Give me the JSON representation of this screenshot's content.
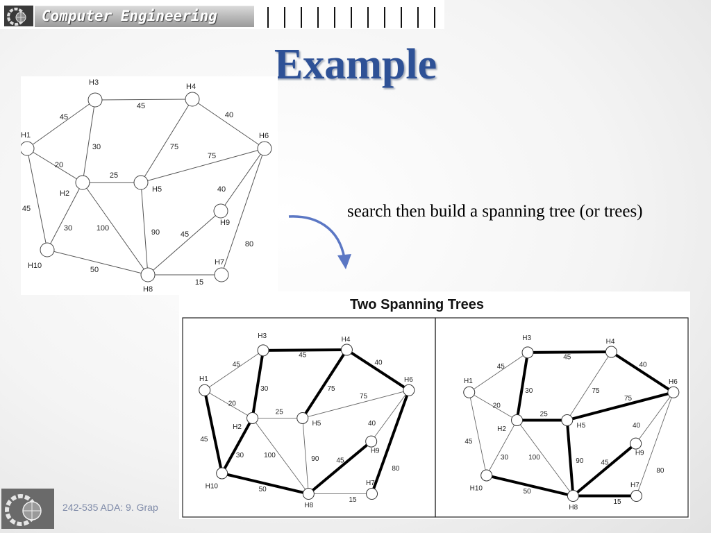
{
  "header": {
    "banner_text": "Computer Engineering",
    "logo_icon": "gear-globe-logo-icon"
  },
  "slide": {
    "title": "Example",
    "bullet": "search then build a spanning tree (or trees)",
    "accent_color": "#2e5196",
    "arrow_color": "#5b77c4"
  },
  "graph": {
    "nodes": [
      {
        "id": "H1",
        "label": "H1"
      },
      {
        "id": "H2",
        "label": "H2"
      },
      {
        "id": "H3",
        "label": "H3"
      },
      {
        "id": "H4",
        "label": "H4"
      },
      {
        "id": "H5",
        "label": "H5"
      },
      {
        "id": "H6",
        "label": "H6"
      },
      {
        "id": "H7",
        "label": "H7"
      },
      {
        "id": "H8",
        "label": "H8"
      },
      {
        "id": "H9",
        "label": "H9"
      },
      {
        "id": "H10",
        "label": "H10"
      }
    ],
    "edges": [
      {
        "from": "H3",
        "to": "H4",
        "weight": "45"
      },
      {
        "from": "H1",
        "to": "H3",
        "weight": "45"
      },
      {
        "from": "H4",
        "to": "H6",
        "weight": "40"
      },
      {
        "from": "H2",
        "to": "H3",
        "weight": "30"
      },
      {
        "from": "H4",
        "to": "H5",
        "weight": "75"
      },
      {
        "from": "H5",
        "to": "H6",
        "weight": "75"
      },
      {
        "from": "H1",
        "to": "H2",
        "weight": "20"
      },
      {
        "from": "H2",
        "to": "H5",
        "weight": "25"
      },
      {
        "from": "H6",
        "to": "H9",
        "weight": "40"
      },
      {
        "from": "H1",
        "to": "H10",
        "weight": "45"
      },
      {
        "from": "H2",
        "to": "H10",
        "weight": "30"
      },
      {
        "from": "H2",
        "to": "H8",
        "weight": "100"
      },
      {
        "from": "H5",
        "to": "H8",
        "weight": "90"
      },
      {
        "from": "H8",
        "to": "H9",
        "weight": "45"
      },
      {
        "from": "H6",
        "to": "H7",
        "weight": "80"
      },
      {
        "from": "H10",
        "to": "H8",
        "weight": "50"
      },
      {
        "from": "H8",
        "to": "H7",
        "weight": "15"
      }
    ]
  },
  "trees": {
    "title": "Two Spanning Trees",
    "tree1_edges": [
      [
        "H3",
        "H4"
      ],
      [
        "H2",
        "H3"
      ],
      [
        "H4",
        "H5"
      ],
      [
        "H4",
        "H6"
      ],
      [
        "H1",
        "H10"
      ],
      [
        "H2",
        "H10"
      ],
      [
        "H10",
        "H8"
      ],
      [
        "H8",
        "H9"
      ],
      [
        "H6",
        "H7"
      ]
    ],
    "tree2_edges": [
      [
        "H3",
        "H4"
      ],
      [
        "H2",
        "H3"
      ],
      [
        "H4",
        "H6"
      ],
      [
        "H5",
        "H6"
      ],
      [
        "H5",
        "H8"
      ],
      [
        "H10",
        "H8"
      ],
      [
        "H8",
        "H9"
      ],
      [
        "H8",
        "H7"
      ],
      [
        "H2",
        "H5"
      ]
    ]
  },
  "footer": {
    "text": "242-535 ADA:  9. Grap"
  }
}
